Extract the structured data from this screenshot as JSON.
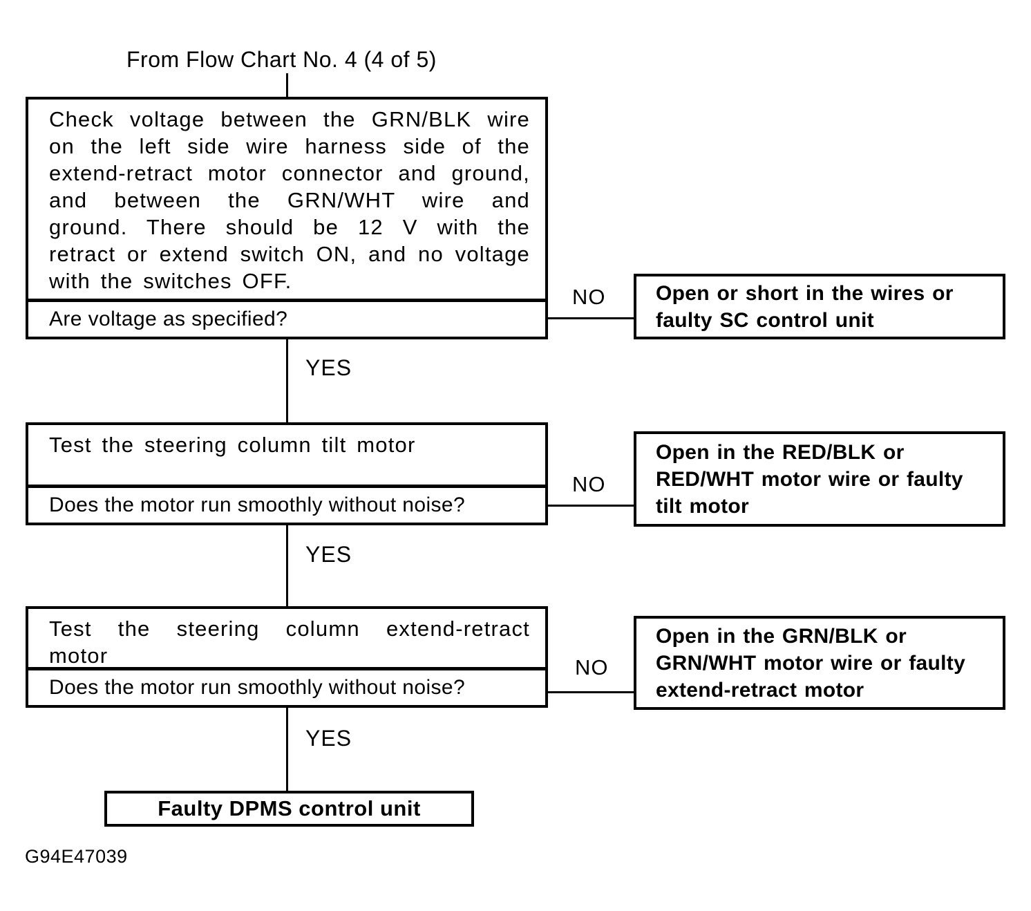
{
  "header": {
    "source_label": "From Flow Chart No. 4 (4 of 5)"
  },
  "labels": {
    "yes": "YES",
    "no": "NO"
  },
  "steps": [
    {
      "statement": "Check voltage between the GRN/BLK wire on the left side wire harness side of the extend-retract motor connector and ground, and between the GRN/WHT wire and ground. There should be 12 V with the retract or extend switch ON, and no voltage with the switches OFF.",
      "question": "Are voltage as specified?",
      "no_outcome": "Open or short in the wires or faulty SC control unit"
    },
    {
      "statement": "Test the steering column tilt motor",
      "question": "Does the motor run smoothly without noise?",
      "no_outcome": "Open in the RED/BLK or RED/WHT motor wire or faulty tilt motor"
    },
    {
      "statement": "Test the steering column extend-retract motor",
      "question": "Does the motor run smoothly without noise?",
      "no_outcome": "Open in the GRN/BLK or GRN/WHT motor wire or faulty extend-retract motor"
    }
  ],
  "final_outcome": "Faulty DPMS control unit",
  "footer": {
    "figure_code": "G94E47039"
  },
  "colors": {
    "ink": "#000000",
    "paper": "#ffffff"
  }
}
